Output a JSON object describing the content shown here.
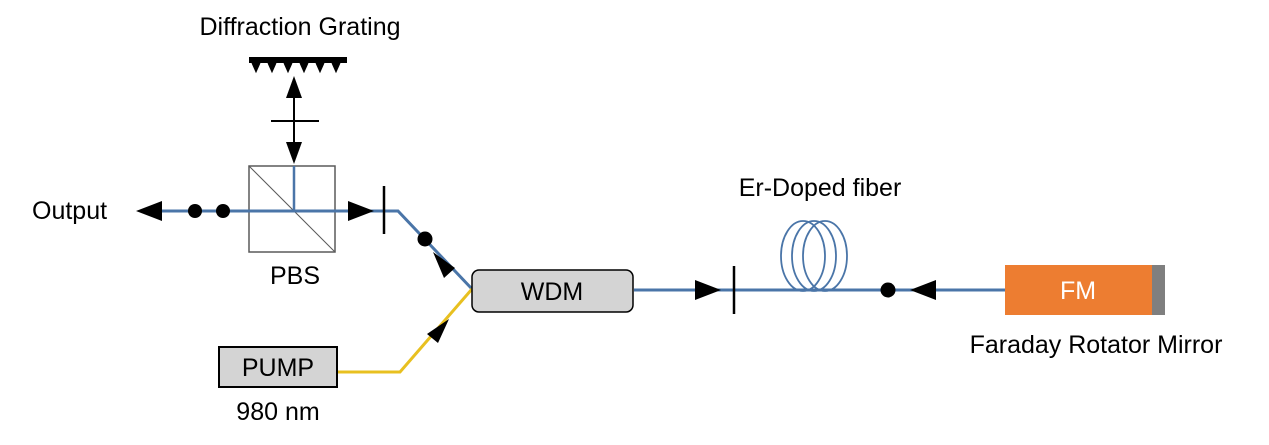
{
  "labels": {
    "diffraction_grating": "Diffraction Grating",
    "output": "Output",
    "pbs": "PBS",
    "er_doped_fiber": "Er-Doped fiber",
    "faraday_rotator_mirror": "Faraday Rotator Mirror",
    "pump_wavelength": "980 nm"
  },
  "boxes": {
    "wdm": "WDM",
    "pump": "PUMP",
    "fm": "FM"
  },
  "colors": {
    "fiber": "#4a75a8",
    "pump_fiber": "#e8c020",
    "gray_box": "#d4d4d4",
    "fm_box": "#ed7d31",
    "fm_end": "#7f7f7f",
    "ink": "#000000"
  }
}
